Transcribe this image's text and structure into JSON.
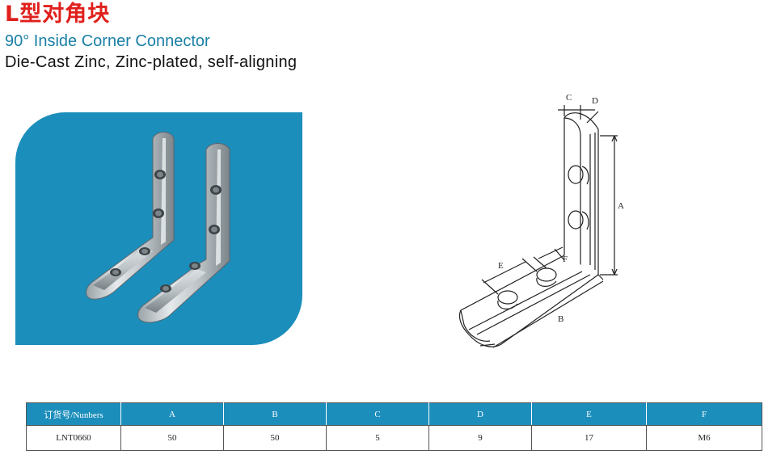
{
  "header": {
    "title_cn": "L型对角块",
    "subtitle": "90° Inside Corner Connector",
    "material": "Die-Cast Zinc, Zinc-plated, self-aligning"
  },
  "colors": {
    "title": "#e0201c",
    "subtitle": "#1a7fa6",
    "panel": "#1c8ebc",
    "table_header": "#1c8ebc"
  },
  "drawing": {
    "labels": {
      "a": "A",
      "b": "B",
      "c": "C",
      "d": "D",
      "e": "E",
      "f": "F"
    }
  },
  "table": {
    "headers": [
      "订货号/Nunbers",
      "A",
      "B",
      "C",
      "D",
      "E",
      "F"
    ],
    "rows": [
      [
        "LNT0660",
        "50",
        "50",
        "5",
        "9",
        "17",
        "M6"
      ]
    ]
  }
}
